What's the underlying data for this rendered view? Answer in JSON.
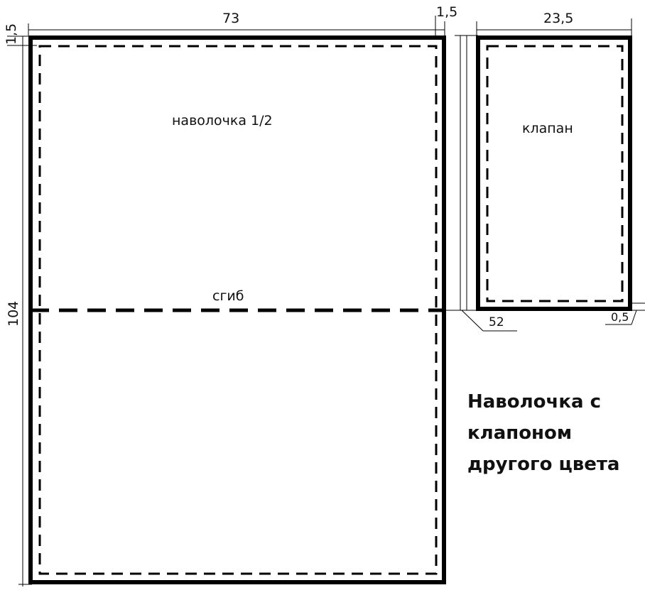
{
  "diagram": {
    "type": "sewing-pattern",
    "colors": {
      "line": "#000000",
      "background": "#ffffff"
    },
    "title": {
      "lines": [
        "Наволочка с",
        "клапоном",
        "другого цвета"
      ]
    },
    "pieces": {
      "pillowcase": {
        "label": "наволочка 1/2",
        "fold_label": "сгиб"
      },
      "flap": {
        "label": "клапан"
      }
    },
    "dimensions": {
      "pillowcase_width": "73",
      "pillowcase_height": "104",
      "seam_allowance_top": "1,5",
      "seam_allowance_right": "1,5",
      "flap_width": "23,5",
      "flap_height": "52",
      "flap_seam": "0,5"
    }
  }
}
